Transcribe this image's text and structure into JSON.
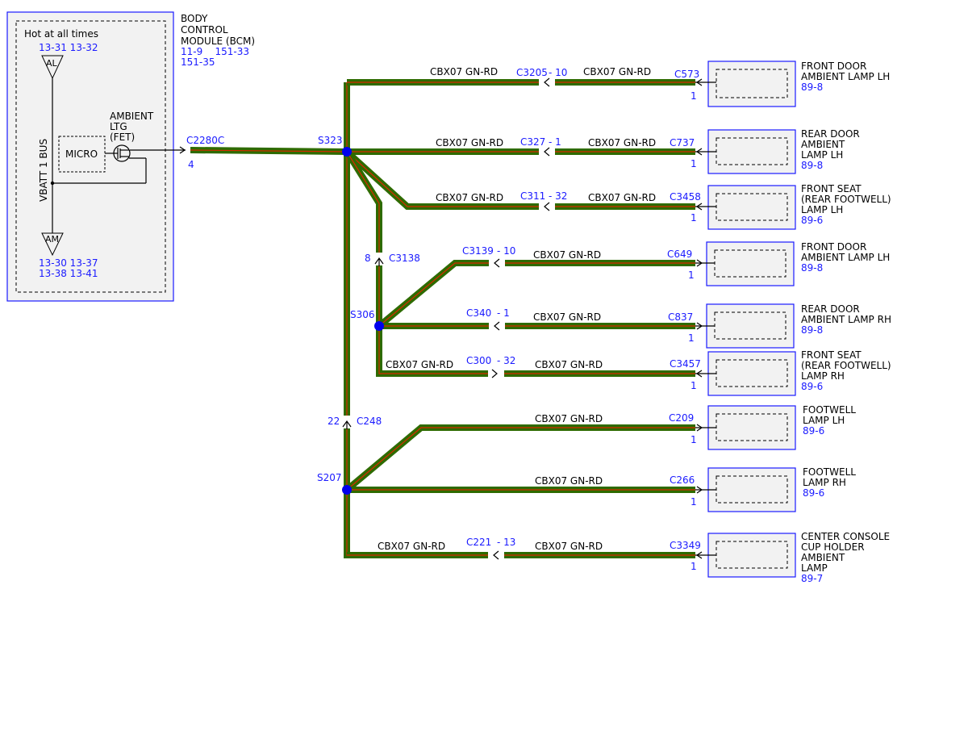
{
  "bcm": {
    "title_lines": [
      "BODY",
      "CONTROL",
      "MODULE (BCM)"
    ],
    "ref_line1": "11-9    151-33",
    "ref_line2": "151-35",
    "hot_label": "Hot at all times",
    "al_refs": "13-31 13-32",
    "al_label": "AL",
    "am_label": "AM",
    "am_refs1": "13-30 13-37",
    "am_refs2": "13-38 13-41",
    "bus_label": "VBATT 1 BUS",
    "micro_label": "MICRO",
    "fet_lines": [
      "AMBIENT",
      "LTG",
      "(FET)"
    ],
    "connector": "C2280C",
    "pin": "4"
  },
  "splices": {
    "s323": "S323",
    "s306": "S306",
    "s207": "S207"
  },
  "inline_connectors": {
    "c3138": {
      "label": "C3138",
      "pin": "8"
    },
    "c248": {
      "label": "C248",
      "pin": "22"
    }
  },
  "wire": {
    "circuit": "CBX07",
    "color": "GN-RD"
  },
  "branches": [
    {
      "inline": "C3205",
      "inline_pin": "10",
      "connector": "C573",
      "pin": "1",
      "name_lines": [
        "FRONT DOOR",
        "AMBIENT LAMP LH"
      ],
      "ref": "89-8"
    },
    {
      "inline": "C327",
      "inline_pin": "1",
      "connector": "C737",
      "pin": "1",
      "name_lines": [
        "REAR DOOR",
        "AMBIENT",
        "LAMP LH"
      ],
      "ref": "89-8"
    },
    {
      "inline": "C311",
      "inline_pin": "32",
      "connector": "C3458",
      "pin": "1",
      "name_lines": [
        "FRONT SEAT",
        "(REAR FOOTWELL)",
        "LAMP LH"
      ],
      "ref": "89-6"
    },
    {
      "inline": "C3139",
      "inline_pin": "10",
      "connector": "C649",
      "pin": "1",
      "name_lines": [
        "FRONT DOOR",
        "AMBIENT LAMP LH"
      ],
      "ref": "89-8"
    },
    {
      "inline": "C340",
      "inline_pin": "1",
      "connector": "C837",
      "pin": "1",
      "name_lines": [
        "REAR DOOR",
        "AMBIENT LAMP RH"
      ],
      "ref": "89-8"
    },
    {
      "inline": "C300",
      "inline_pin": "32",
      "connector": "C3457",
      "pin": "1",
      "name_lines": [
        "FRONT SEAT",
        "(REAR FOOTWELL)",
        "LAMP RH"
      ],
      "ref": "89-6"
    },
    {
      "inline": "",
      "inline_pin": "",
      "connector": "C209",
      "pin": "1",
      "name_lines": [
        "FOOTWELL",
        "LAMP LH"
      ],
      "ref": "89-6"
    },
    {
      "inline": "",
      "inline_pin": "",
      "connector": "C266",
      "pin": "1",
      "name_lines": [
        "FOOTWELL",
        "LAMP RH"
      ],
      "ref": "89-6"
    },
    {
      "inline": "C221",
      "inline_pin": "13",
      "connector": "C3349",
      "pin": "1",
      "name_lines": [
        "CENTER CONSOLE",
        "CUP HOLDER",
        "AMBIENT",
        "LAMP"
      ],
      "ref": "89-7"
    }
  ]
}
